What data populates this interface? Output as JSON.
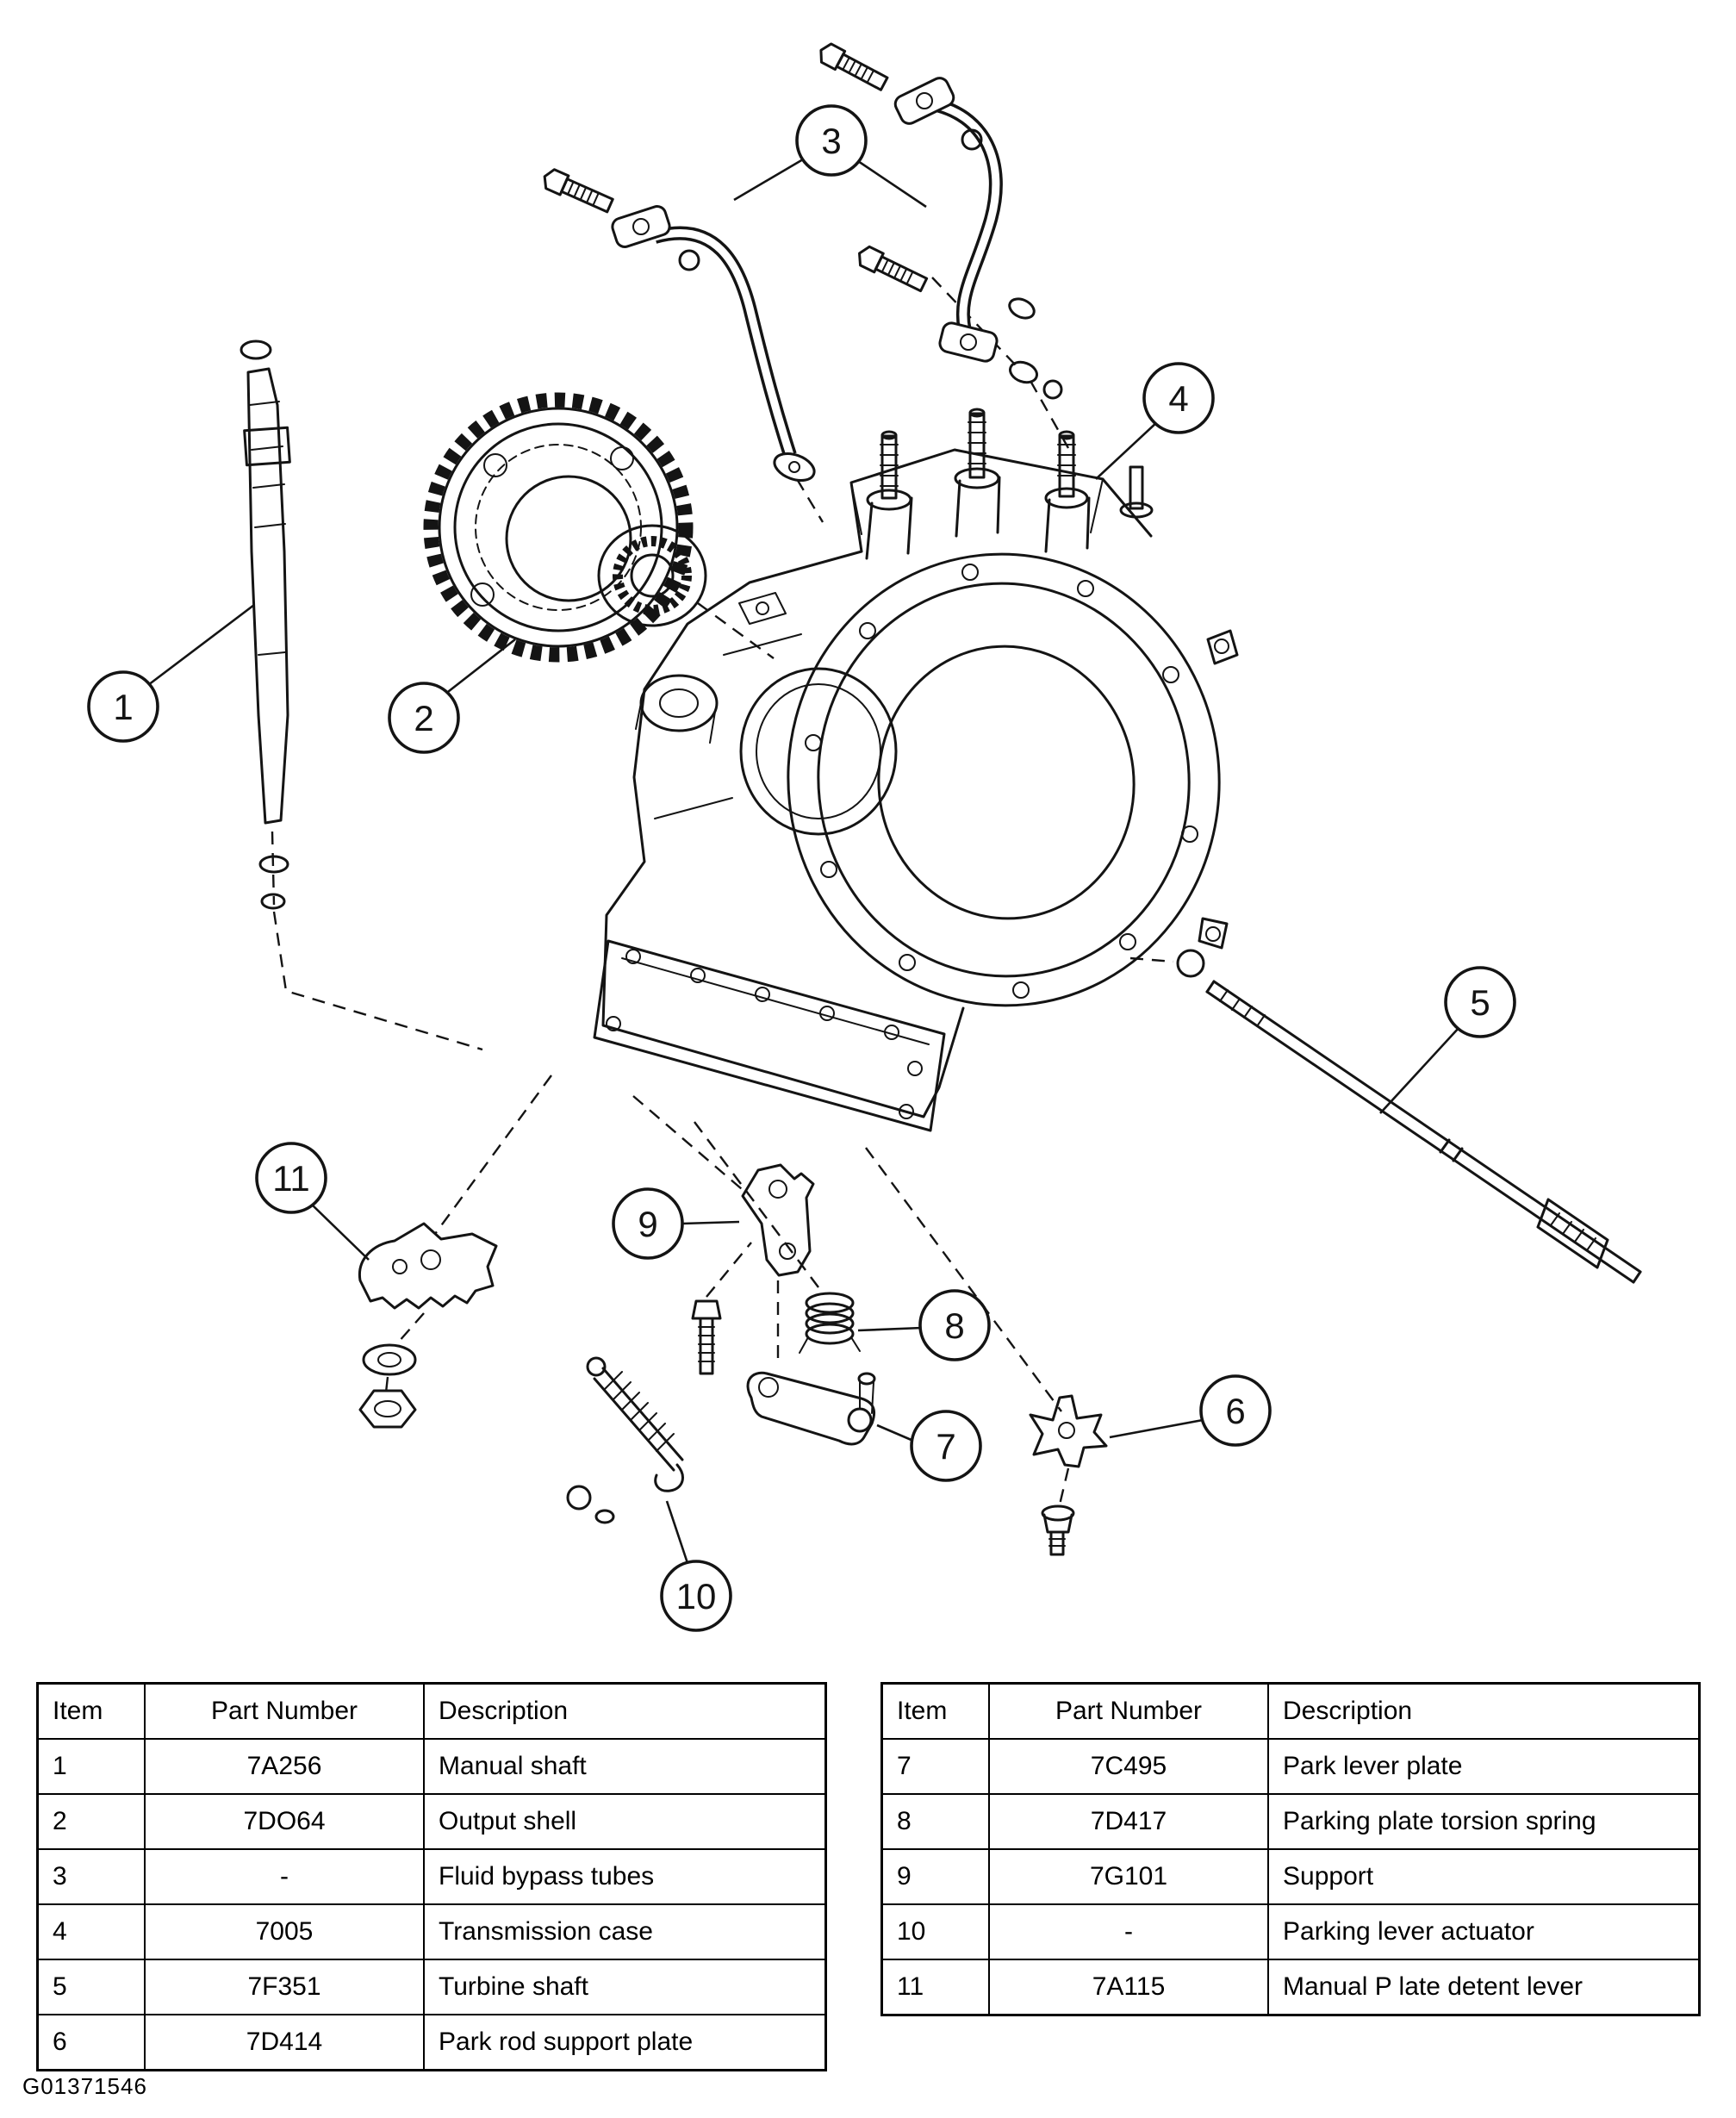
{
  "figure_id": "G01371546",
  "callouts": [
    {
      "label": "1"
    },
    {
      "label": "2"
    },
    {
      "label": "3"
    },
    {
      "label": "4"
    },
    {
      "label": "5"
    },
    {
      "label": "6"
    },
    {
      "label": "7"
    },
    {
      "label": "8"
    },
    {
      "label": "9"
    },
    {
      "label": "10"
    },
    {
      "label": "11"
    }
  ],
  "tables": [
    {
      "headers": [
        "Item",
        "Part Number",
        "Description"
      ],
      "rows": [
        [
          "1",
          "7A256",
          "Manual shaft"
        ],
        [
          "2",
          "7DO64",
          "Output shell"
        ],
        [
          "3",
          "-",
          "Fluid bypass tubes"
        ],
        [
          "4",
          "7005",
          "Transmission case"
        ],
        [
          "5",
          "7F351",
          "Turbine shaft"
        ],
        [
          "6",
          "7D414",
          "Park rod support plate"
        ]
      ]
    },
    {
      "headers": [
        "Item",
        "Part Number",
        "Description"
      ],
      "rows": [
        [
          "7",
          "7C495",
          "Park lever plate"
        ],
        [
          "8",
          "7D417",
          "Parking plate torsion spring"
        ],
        [
          "9",
          "7G101",
          "Support"
        ],
        [
          "10",
          "-",
          "Parking lever actuator"
        ],
        [
          "11",
          "7A115",
          "Manual P late detent lever"
        ]
      ]
    }
  ]
}
